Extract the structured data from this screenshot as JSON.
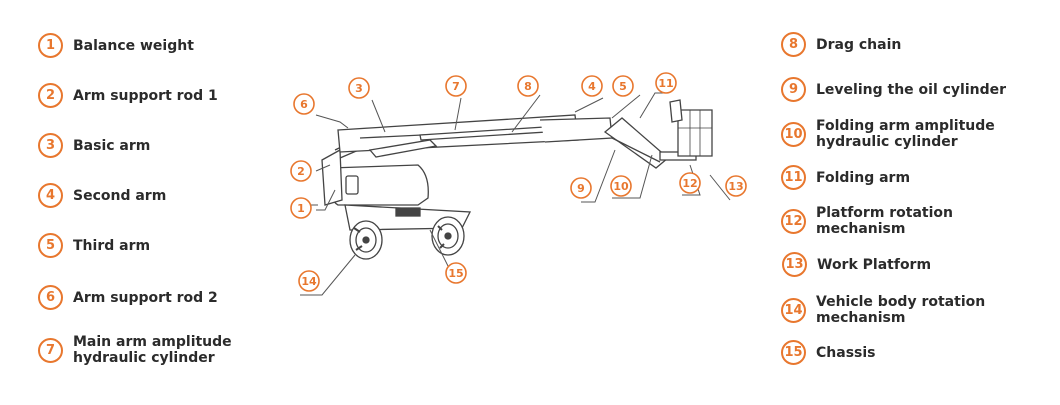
{
  "legend_left": [
    {
      "n": "1",
      "label": "Balance weight"
    },
    {
      "n": "2",
      "label": "Arm support rod 1"
    },
    {
      "n": "3",
      "label": "Basic arm"
    },
    {
      "n": "4",
      "label": "Second arm"
    },
    {
      "n": "5",
      "label": "Third arm"
    },
    {
      "n": "6",
      "label": "Arm support rod 2"
    },
    {
      "n": "7",
      "label": "Main arm amplitude\nhydraulic cylinder"
    }
  ],
  "legend_right": [
    {
      "n": "8",
      "label": "Drag chain"
    },
    {
      "n": "9",
      "label": "Leveling the oil cylinder"
    },
    {
      "n": "10",
      "label": "Folding arm amplitude\nhydraulic cylinder"
    },
    {
      "n": "11",
      "label": "Folding arm"
    },
    {
      "n": "12",
      "label": "Platform rotation\nmechanism"
    },
    {
      "n": "13",
      "label": "Work Platform"
    },
    {
      "n": "14",
      "label": "Vehicle body rotation\nmechanism"
    },
    {
      "n": "15",
      "label": "Chassis"
    }
  ],
  "callouts": [
    "1",
    "2",
    "3",
    "4",
    "5",
    "6",
    "7",
    "8",
    "9",
    "10",
    "11",
    "12",
    "13",
    "14",
    "15"
  ],
  "colors": {
    "accent": "#e8772e",
    "text": "#2b2b2b",
    "line": "#555555"
  }
}
